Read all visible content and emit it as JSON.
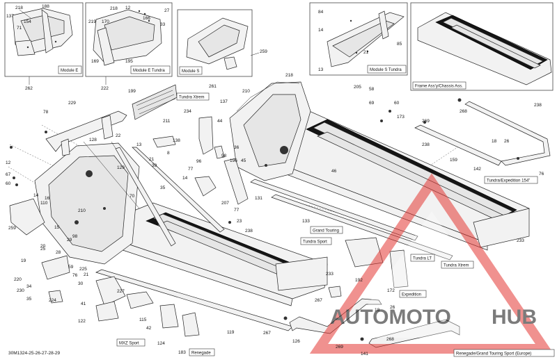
{
  "diagram_id": "30M1324-25-26-27-28-29",
  "brand": {
    "auto": "AUTOMOTO",
    "hub": "HUB",
    "auto_color": "#f2c230",
    "hub_color": "#2a2a2a",
    "logo_color": "#e53935"
  },
  "insets": [
    {
      "title": "Module E",
      "callout": "262",
      "nums": [
        "218",
        "188",
        "137",
        "154",
        "71"
      ]
    },
    {
      "title": "Module E Tundra",
      "callout": "222",
      "nums": [
        "218",
        "219",
        "170",
        "12",
        "166",
        "27",
        "33",
        "169",
        "195"
      ]
    },
    {
      "title": "Module S",
      "callout": "261",
      "nums": [
        "259"
      ]
    },
    {
      "title": "Module S Tundra",
      "callout": "205",
      "nums": [
        "84",
        "14",
        "21",
        "85",
        "13"
      ]
    },
    {
      "title": "Frame Ass'y/Chassis Ass.",
      "callout": "238",
      "nums": []
    }
  ],
  "variant_tags": {
    "tundra_xtrem_top": "Tundra Xtrem",
    "tundra_expedition": "Tundra/Expedition 154\"",
    "grand_touring": "Grand Touring",
    "tundra_sport": "Tundra Sport",
    "tundra_lt": "Tundra LT",
    "tundra_xtrem_bottom": "Tundra Xtrem",
    "expedition": "Expedition",
    "mxz_sport": "MXZ Sport",
    "renegade": "Renegade",
    "renegade_touring": "Renegade/Grand Touring Sport (Europe)"
  },
  "callouts": [
    {
      "t": "78"
    },
    {
      "t": "229"
    },
    {
      "t": "199"
    },
    {
      "t": "234"
    },
    {
      "t": "137"
    },
    {
      "t": "44"
    },
    {
      "t": "210"
    },
    {
      "t": "218"
    },
    {
      "t": "58"
    },
    {
      "t": "69"
    },
    {
      "t": "60"
    },
    {
      "t": "173"
    },
    {
      "t": "268"
    },
    {
      "t": "269"
    },
    {
      "t": "22"
    },
    {
      "t": "128"
    },
    {
      "t": "13"
    },
    {
      "t": "211"
    },
    {
      "t": "138"
    },
    {
      "t": "21"
    },
    {
      "t": "39"
    },
    {
      "t": "8"
    },
    {
      "t": "36"
    },
    {
      "t": "45"
    },
    {
      "t": "96"
    },
    {
      "t": "98"
    },
    {
      "t": "196"
    },
    {
      "t": "77"
    },
    {
      "t": "77"
    },
    {
      "t": "12"
    },
    {
      "t": "67"
    },
    {
      "t": "60"
    },
    {
      "t": "129"
    },
    {
      "t": "14"
    },
    {
      "t": "35"
    },
    {
      "t": "46"
    },
    {
      "t": "238"
    },
    {
      "t": "159"
    },
    {
      "t": "18"
    },
    {
      "t": "26"
    },
    {
      "t": "142"
    },
    {
      "t": "76"
    },
    {
      "t": "14"
    },
    {
      "t": "16"
    },
    {
      "t": "110"
    },
    {
      "t": "70"
    },
    {
      "t": "207"
    },
    {
      "t": "131"
    },
    {
      "t": "133"
    },
    {
      "t": "23"
    },
    {
      "t": "259"
    },
    {
      "t": "15"
    },
    {
      "t": "210"
    },
    {
      "t": "98"
    },
    {
      "t": "20"
    },
    {
      "t": "29"
    },
    {
      "t": "25"
    },
    {
      "t": "28"
    },
    {
      "t": "19"
    },
    {
      "t": "59"
    },
    {
      "t": "225"
    },
    {
      "t": "21"
    },
    {
      "t": "220"
    },
    {
      "t": "34"
    },
    {
      "t": "230"
    },
    {
      "t": "35"
    },
    {
      "t": "76"
    },
    {
      "t": "30"
    },
    {
      "t": "41"
    },
    {
      "t": "227"
    },
    {
      "t": "224"
    },
    {
      "t": "122"
    },
    {
      "t": "115"
    },
    {
      "t": "42"
    },
    {
      "t": "238"
    },
    {
      "t": "233"
    },
    {
      "t": "192"
    },
    {
      "t": "233"
    },
    {
      "t": "172"
    },
    {
      "t": "267"
    },
    {
      "t": "267"
    },
    {
      "t": "119"
    },
    {
      "t": "126"
    },
    {
      "t": "124"
    },
    {
      "t": "183"
    },
    {
      "t": "18"
    },
    {
      "t": "26"
    },
    {
      "t": "268"
    },
    {
      "t": "269"
    },
    {
      "t": "141"
    }
  ]
}
